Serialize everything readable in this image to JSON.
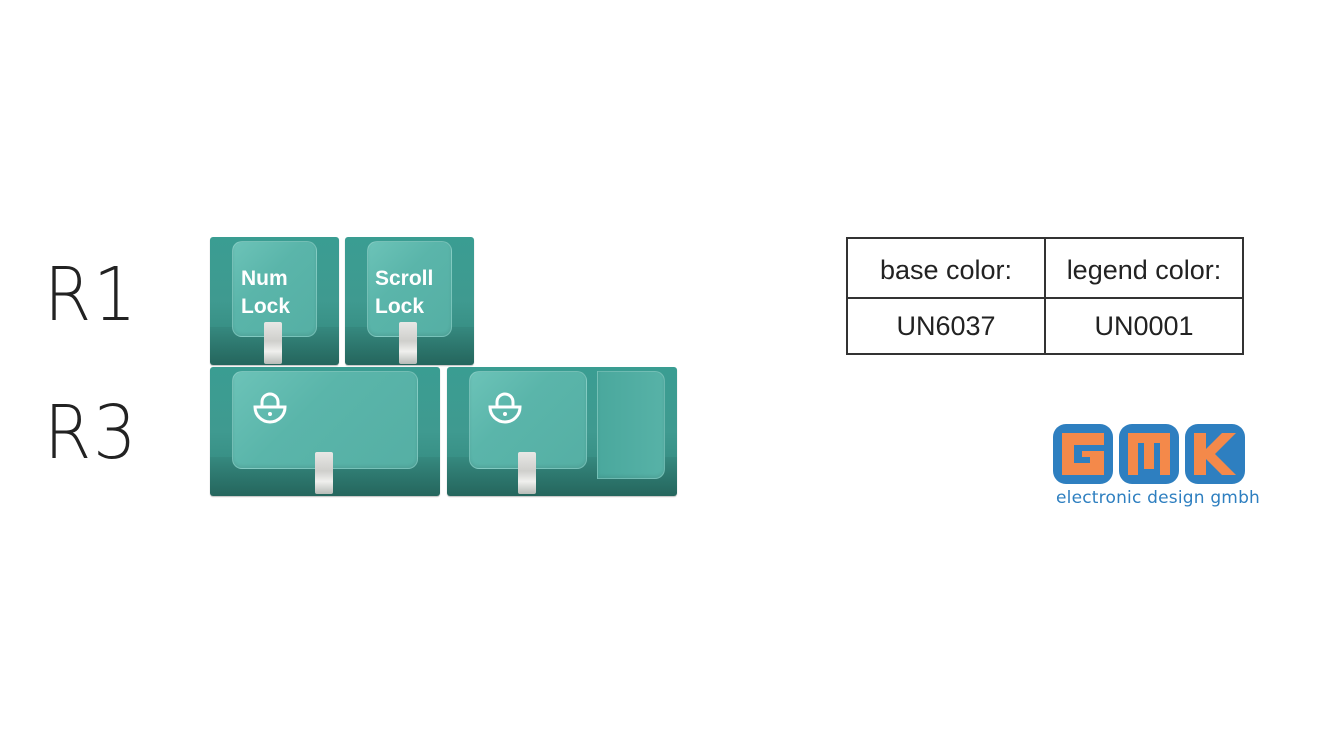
{
  "rows": [
    {
      "label": "R1"
    },
    {
      "label": "R3"
    }
  ],
  "keys": {
    "num_lock": {
      "line1": "Num",
      "line2": "Lock"
    },
    "scroll_lock": {
      "line1": "Scroll",
      "line2": "Lock"
    },
    "caps_lock_wide": {
      "icon": "lock-icon"
    },
    "caps_lock_stepped": {
      "icon": "lock-icon"
    }
  },
  "color_table": {
    "headers": [
      "base color:",
      "legend color:"
    ],
    "values": [
      "UN6037",
      "UN0001"
    ]
  },
  "brand": {
    "logo_letters": "GMK",
    "tagline": "electronic design gmbh",
    "logo_fill": "#f4894a",
    "logo_frame": "#2e7fc0"
  },
  "colors": {
    "keycap_base": "#3f9a90",
    "keycap_top": "#5ab5aa",
    "legend": "#ffffff"
  }
}
